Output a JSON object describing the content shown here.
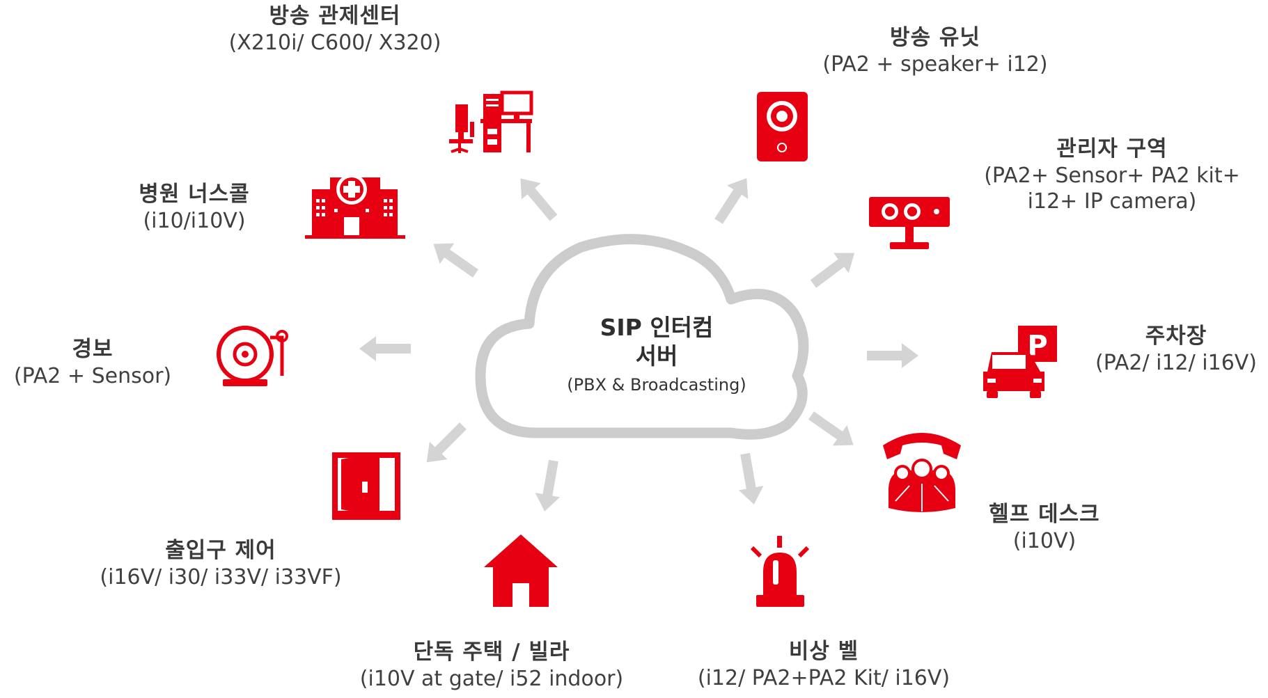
{
  "center": {
    "line1": "SIP 인터컴",
    "line2": "서버",
    "sub": "(PBX & Broadcasting)"
  },
  "nodes": {
    "broadcast_control": {
      "title": "방송 관제센터",
      "sub": "(X210i/ C600/ X320)",
      "icon": "control-desk-icon"
    },
    "broadcast_unit": {
      "title": "방송 유닛",
      "sub": "(PA2 + speaker+ i12)",
      "icon": "speaker-icon"
    },
    "manager_area": {
      "title": "관리자 구역",
      "sub1": "(PA2+ Sensor+ PA2 kit+",
      "sub2": "i12+ IP camera)",
      "icon": "camera-icon"
    },
    "parking": {
      "title": "주차장",
      "sub": "(PA2/ i12/ i16V)",
      "icon": "parking-car-icon"
    },
    "help_desk": {
      "title": "헬프 데스크",
      "sub": "(i10V)",
      "icon": "phone-people-icon"
    },
    "emergency_bell": {
      "title": "비상 벨",
      "sub": "(i12/ PA2+PA2 Kit/ i16V)",
      "icon": "siren-icon"
    },
    "house": {
      "title": "단독 주택 / 빌라",
      "sub": "(i10V at gate/ i52 indoor)",
      "icon": "house-icon"
    },
    "access": {
      "title": "출입구 제어",
      "sub": "(i16V/ i30/ i33V/ i33VF)",
      "icon": "door-icon"
    },
    "alarm": {
      "title": "경보",
      "sub": "(PA2 + Sensor)",
      "icon": "alarm-bell-icon"
    },
    "hospital": {
      "title": "병원 너스콜",
      "sub": "(i10/i10V)",
      "icon": "hospital-icon"
    }
  },
  "colors": {
    "accent": "#e60012",
    "arrow": "#d4d4d4",
    "cloud": "#cccccc"
  }
}
